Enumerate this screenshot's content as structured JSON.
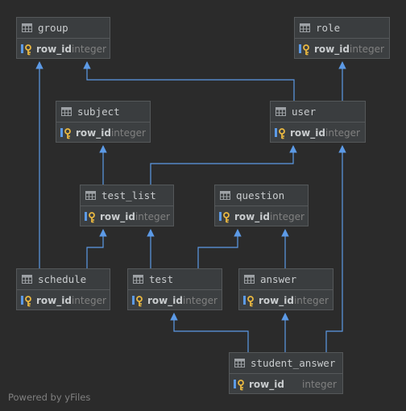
{
  "colors": {
    "background": "#2b2b2b",
    "edge": "#5c9ae6",
    "table_fill": "#3c3f41",
    "table_border": "#55585a"
  },
  "footer": "Powered by yFiles",
  "tables": [
    {
      "id": "group",
      "name": "group",
      "column": "row_id",
      "type": "integer"
    },
    {
      "id": "role",
      "name": "role",
      "column": "row_id",
      "type": "integer"
    },
    {
      "id": "subject",
      "name": "subject",
      "column": "row_id",
      "type": "integer"
    },
    {
      "id": "user",
      "name": "user",
      "column": "row_id",
      "type": "integer"
    },
    {
      "id": "test_list",
      "name": "test_list",
      "column": "row_id",
      "type": "integer"
    },
    {
      "id": "question",
      "name": "question",
      "column": "row_id",
      "type": "integer"
    },
    {
      "id": "schedule",
      "name": "schedule",
      "column": "row_id",
      "type": "integer"
    },
    {
      "id": "test",
      "name": "test",
      "column": "row_id",
      "type": "integer"
    },
    {
      "id": "answer",
      "name": "answer",
      "column": "row_id",
      "type": "integer"
    },
    {
      "id": "student_answer",
      "name": "student_answer",
      "column": "row_id",
      "type": "integer"
    }
  ],
  "relations": [
    {
      "from": "user",
      "to": "group"
    },
    {
      "from": "user",
      "to": "role"
    },
    {
      "from": "test_list",
      "to": "subject"
    },
    {
      "from": "test_list",
      "to": "user"
    },
    {
      "from": "schedule",
      "to": "group"
    },
    {
      "from": "schedule",
      "to": "test_list"
    },
    {
      "from": "test",
      "to": "test_list"
    },
    {
      "from": "test",
      "to": "question"
    },
    {
      "from": "answer",
      "to": "question"
    },
    {
      "from": "student_answer",
      "to": "test"
    },
    {
      "from": "student_answer",
      "to": "answer"
    },
    {
      "from": "student_answer",
      "to": "user"
    }
  ]
}
